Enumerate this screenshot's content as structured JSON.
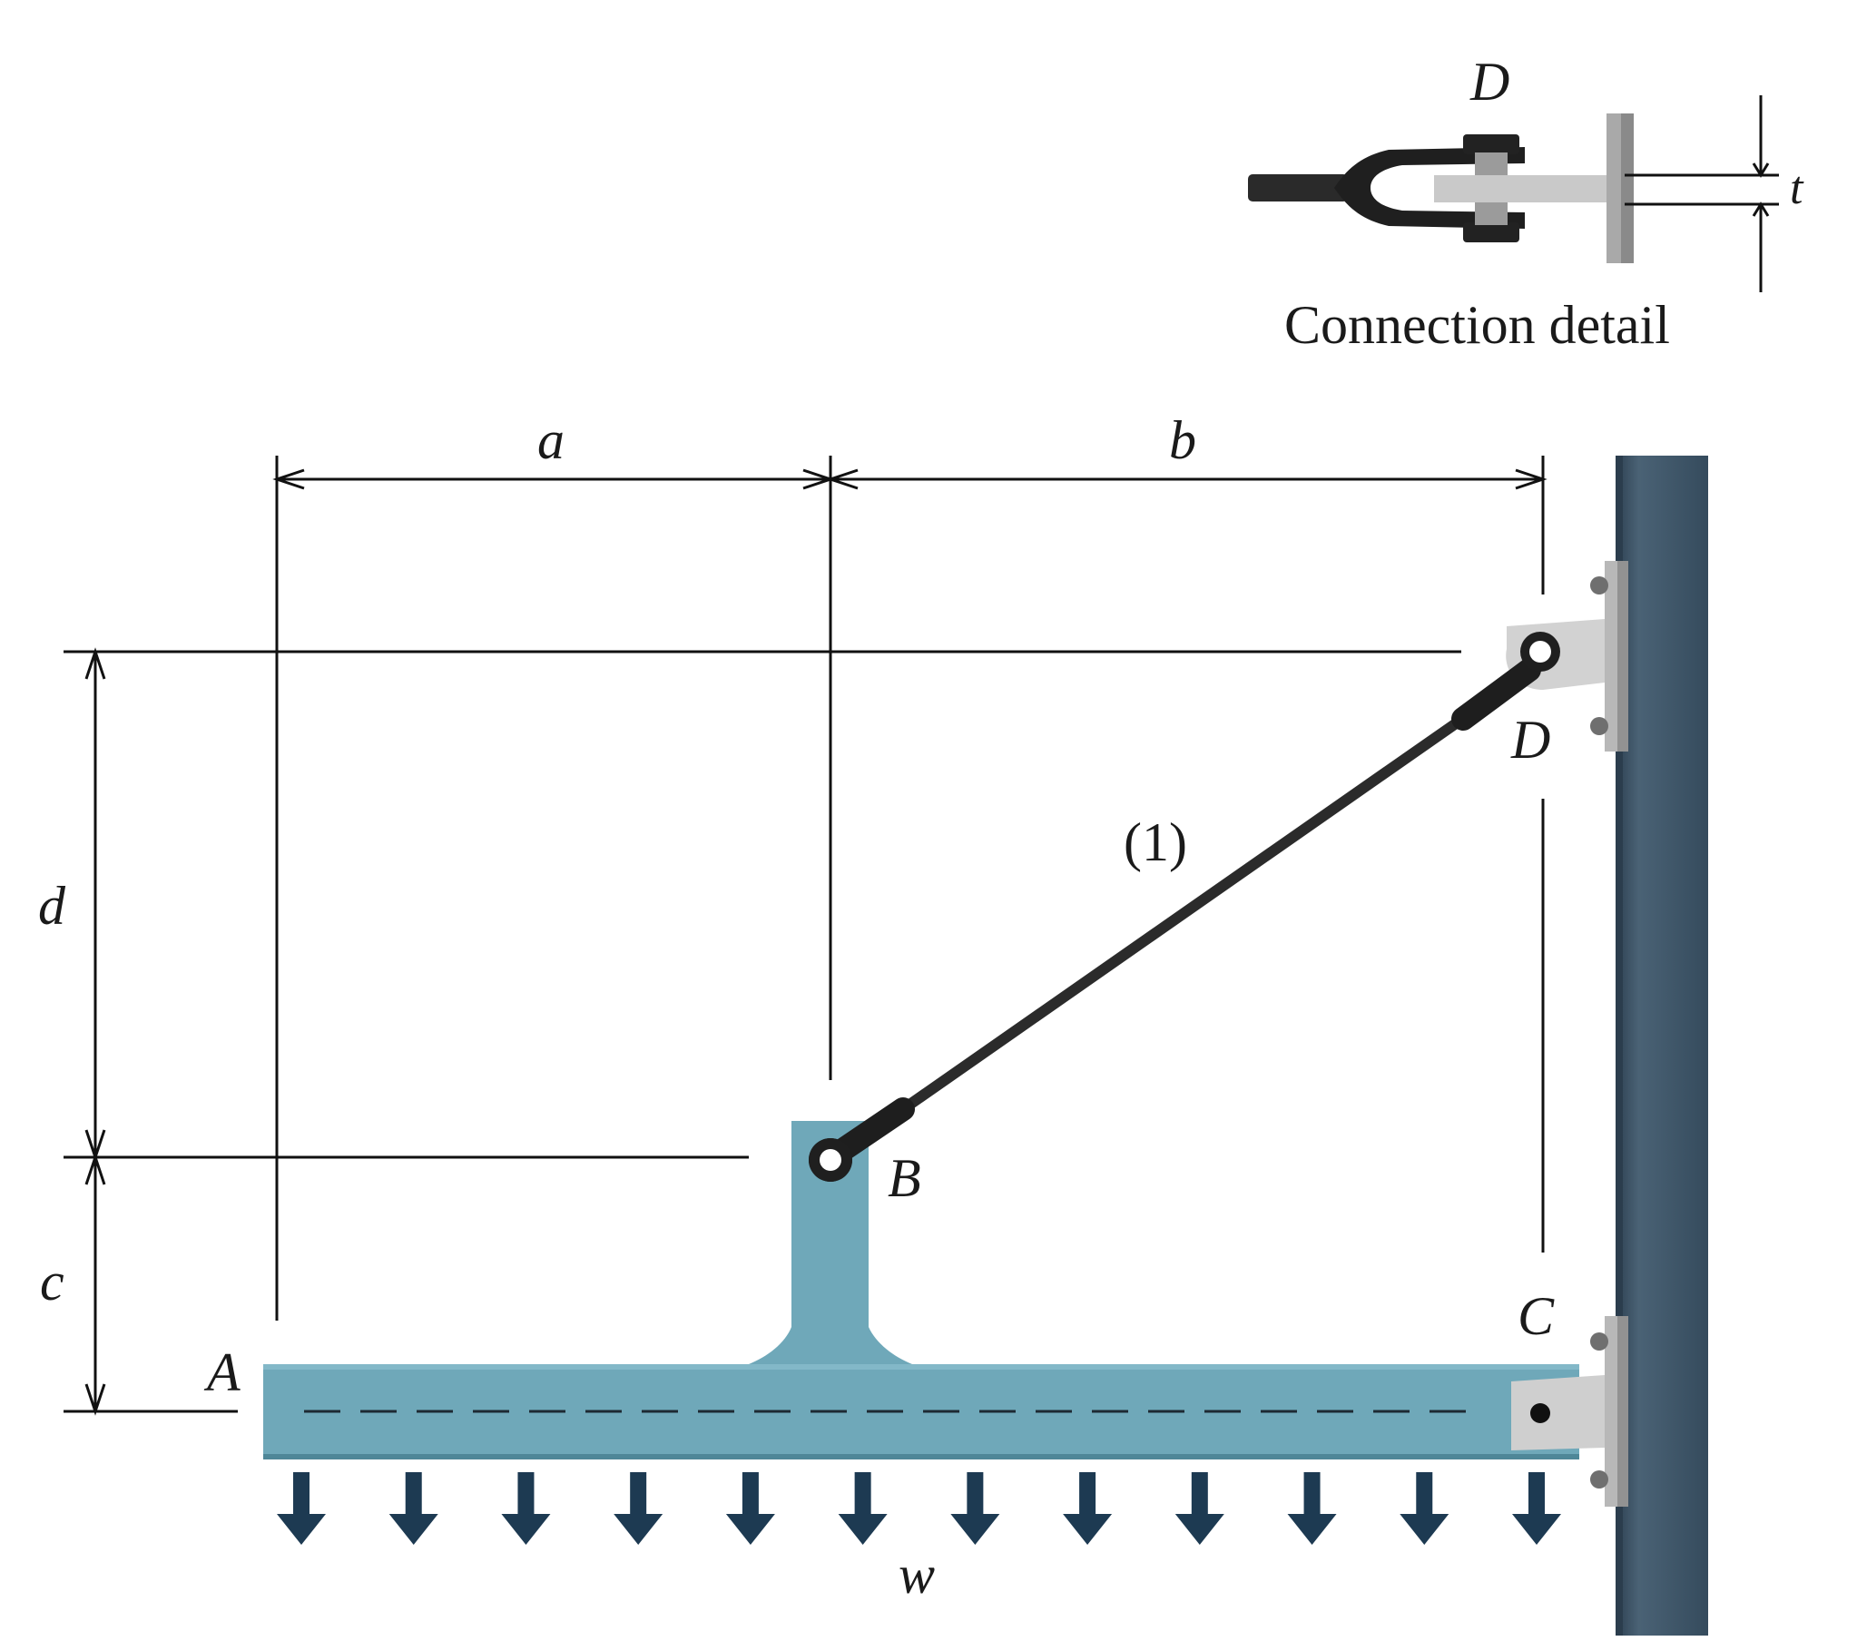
{
  "detail": {
    "point_label": "D",
    "thickness_label": "t",
    "caption": "Connection detail"
  },
  "dimensions": {
    "a": "a",
    "b": "b",
    "c": "c",
    "d": "d"
  },
  "points": {
    "A": "A",
    "B": "B",
    "C": "C",
    "D": "D"
  },
  "member": {
    "label": "(1)"
  },
  "load": {
    "label": "w",
    "arrow_count": 12
  },
  "colors": {
    "beam": "#6fa8b9",
    "beam_edge": "#4f8798",
    "wall": "#3e5568",
    "wall_edge": "#2d4051",
    "bracket": "#c6c6c6",
    "rod": "#2b2b2b",
    "load_arrow": "#1d3a52"
  }
}
